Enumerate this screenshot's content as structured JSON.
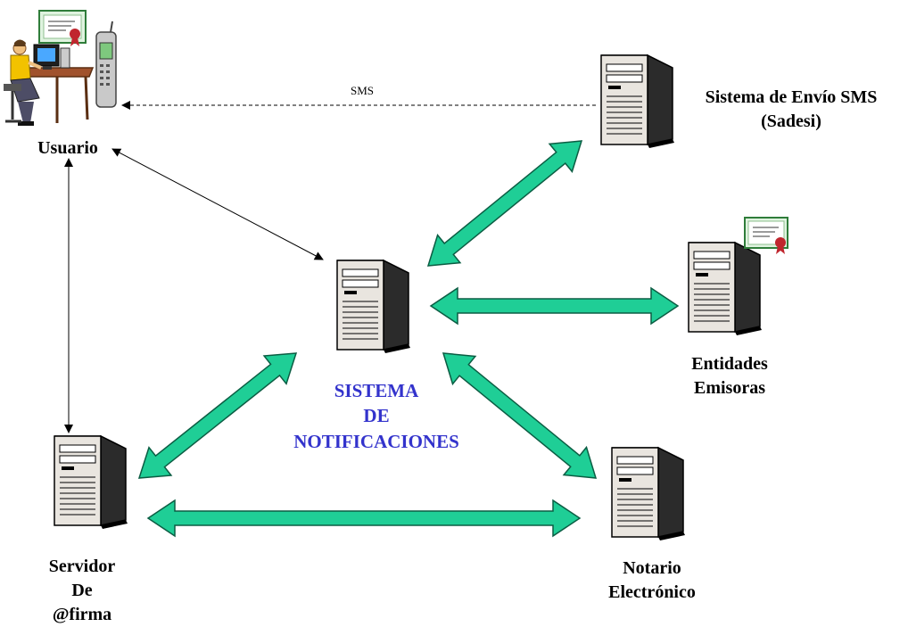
{
  "nodes": {
    "usuario": {
      "label": "Usuario"
    },
    "sms_system": {
      "lines": [
        "Sistema de Envío SMS",
        "(Sadesi)"
      ]
    },
    "central": {
      "lines": [
        "SISTEMA",
        "DE",
        "NOTIFICACIONES"
      ]
    },
    "entidades": {
      "lines": [
        "Entidades",
        "Emisoras"
      ]
    },
    "firma": {
      "lines": [
        "Servidor",
        "De",
        "@firma"
      ]
    },
    "notario": {
      "lines": [
        "Notario",
        "Electrónico"
      ]
    }
  },
  "edges": {
    "sms": {
      "label": "SMS"
    }
  },
  "colors": {
    "central_text": "#3333cc",
    "big_arrow_fill": "#1fce96",
    "big_arrow_stroke": "#0b5d43",
    "server_body": "#e9e5df",
    "server_side": "#2b2b2b",
    "thin_line": "#000000"
  }
}
